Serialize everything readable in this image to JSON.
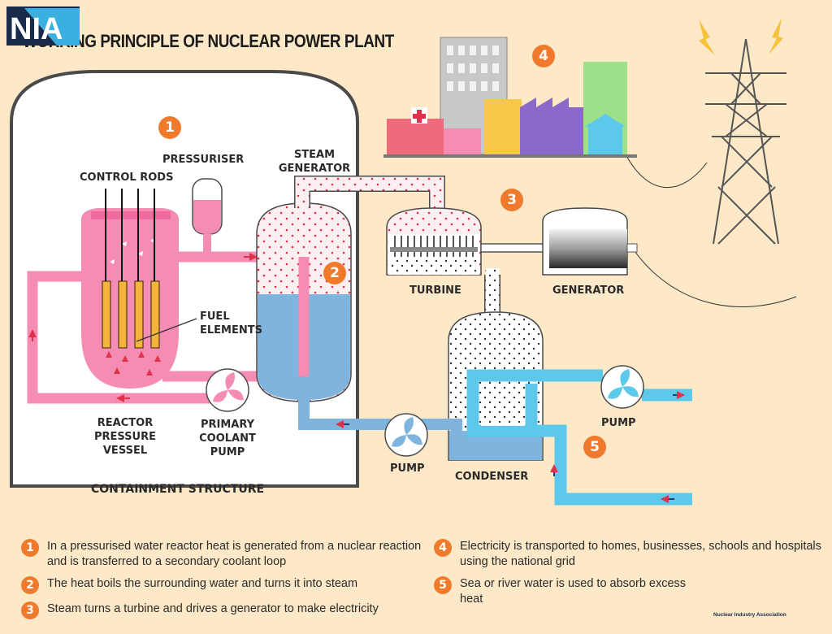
{
  "title": "WORKING PRINCIPLE OF NUCLEAR POWER PLANT",
  "labels": {
    "control_rods": "CONTROL RODS",
    "pressuriser": "PRESSURISER",
    "steam_generator": [
      "STEAM",
      "GENERATOR"
    ],
    "fuel_elements": [
      "FUEL",
      "ELEMENTS"
    ],
    "reactor_pressure_vessel": [
      "REACTOR",
      "PRESSURE",
      "VESSEL"
    ],
    "primary_coolant_pump": [
      "PRIMARY",
      "COOLANT",
      "PUMP"
    ],
    "containment_structure": "CONTAINMENT STRUCTURE",
    "turbine": "TURBINE",
    "generator": "GENERATOR",
    "condenser": "CONDENSER",
    "pump_left": "PUMP",
    "pump_right": "PUMP"
  },
  "step_markers": [
    "1",
    "2",
    "3",
    "4",
    "5"
  ],
  "legend": [
    {
      "num": "1",
      "text": "In a pressurised water reactor heat is generated from a nuclear reaction and is transferred to a secondary coolant loop"
    },
    {
      "num": "2",
      "text": "The heat boils the surrounding water and turns it into steam"
    },
    {
      "num": "3",
      "text": "Steam turns a turbine and drives a generator to make electricity"
    },
    {
      "num": "4",
      "text": "Electricity is transported to homes, businesses, schools and hospitals using the national grid"
    },
    {
      "num": "5",
      "text": "Sea or river water is used to absorb excess heat"
    }
  ],
  "logo": {
    "mark": "NIA",
    "caption": "Nuclear Industry Association"
  },
  "colors": {
    "background": "#fde8c8",
    "accent": "#f07a2c",
    "primary_loop": "#f48cb4",
    "cooling_water": "#5cc8ea",
    "feed_water": "#7fb4df",
    "fuel": "#f2b43a"
  }
}
